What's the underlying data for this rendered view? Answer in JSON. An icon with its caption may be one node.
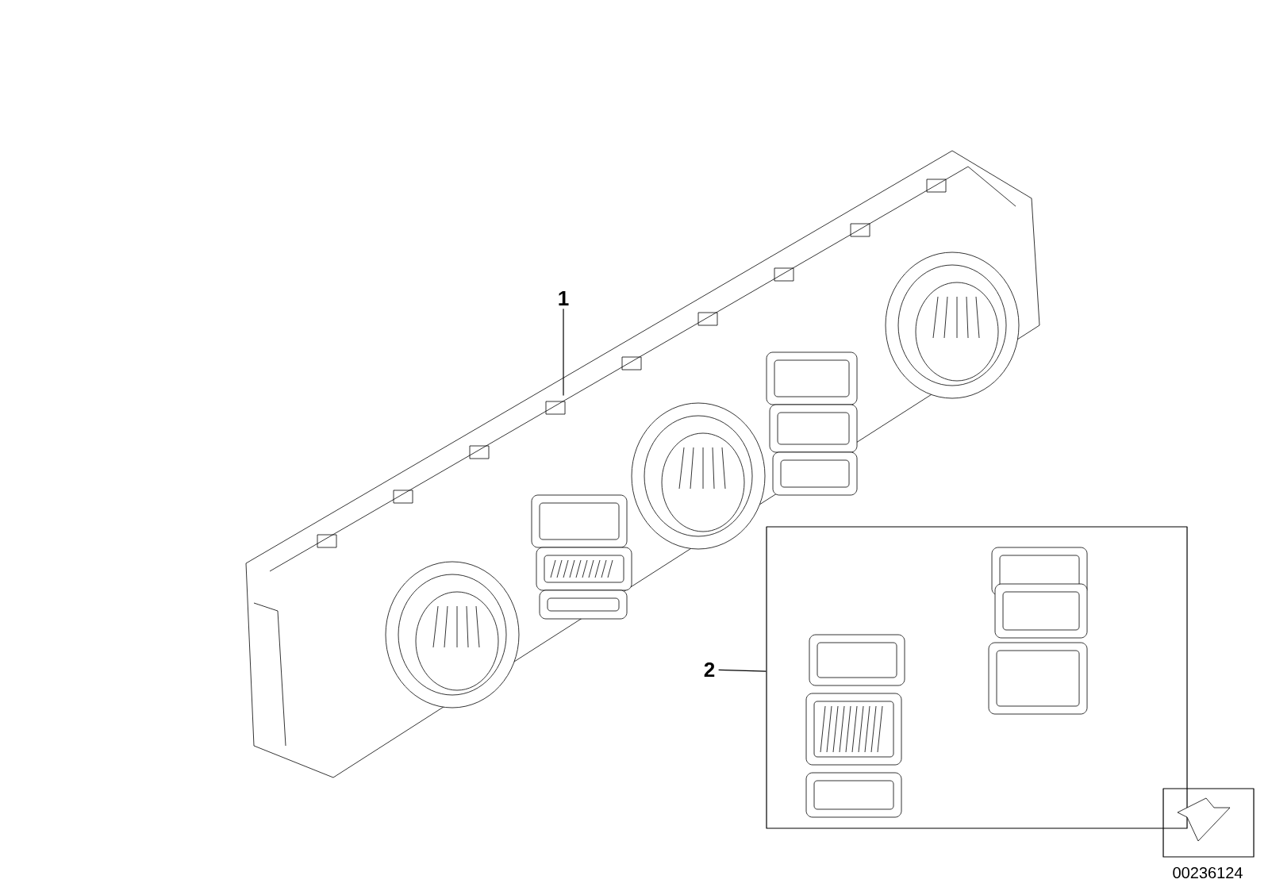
{
  "diagram": {
    "nodes": [
      {
        "text": [
          "1"
        ]
      },
      {
        "text": [],
        "shape": "picture"
      },
      {
        "text": [
          "2"
        ]
      },
      {
        "text": [],
        "shape": "box"
      }
    ],
    "edges": [
      {
        "from": 0,
        "to": 1,
        "arrow": "none"
      },
      {
        "from": 2,
        "to": 3,
        "arrow": "none"
      }
    ],
    "labels": [
      "00236124"
    ]
  }
}
